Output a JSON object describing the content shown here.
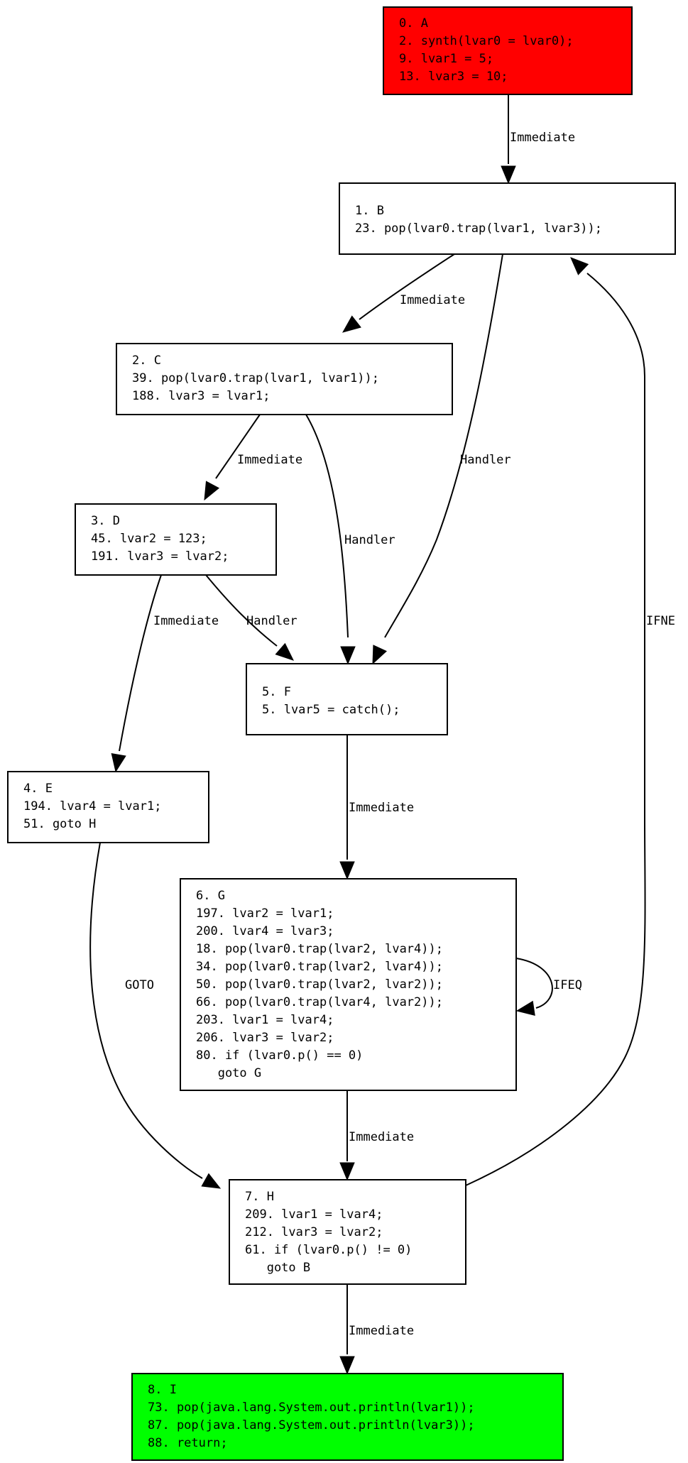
{
  "colors": {
    "entry_fill": "#ff0000",
    "exit_fill": "#00ff00",
    "default_fill": "#ffffff",
    "stroke": "#000000"
  },
  "nodes": [
    {
      "id": "A",
      "fill": "entry",
      "lines": [
        "0. A",
        "2. synth(lvar0 = lvar0);",
        "9. lvar1 = 5;",
        "13. lvar3 = 10;"
      ]
    },
    {
      "id": "B",
      "fill": "default",
      "lines": [
        "1. B",
        "23. pop(lvar0.trap(lvar1, lvar3));"
      ]
    },
    {
      "id": "C",
      "fill": "default",
      "lines": [
        "2. C",
        "39. pop(lvar0.trap(lvar1, lvar1));",
        "188. lvar3 = lvar1;"
      ]
    },
    {
      "id": "D",
      "fill": "default",
      "lines": [
        "3. D",
        "45. lvar2 = 123;",
        "191. lvar3 = lvar2;"
      ]
    },
    {
      "id": "F",
      "fill": "default",
      "lines": [
        "5. F",
        "5. lvar5 = catch();"
      ]
    },
    {
      "id": "E",
      "fill": "default",
      "lines": [
        "4. E",
        "194. lvar4 = lvar1;",
        "51. goto H"
      ]
    },
    {
      "id": "G",
      "fill": "default",
      "lines": [
        "6. G",
        "197. lvar2 = lvar1;",
        "200. lvar4 = lvar3;",
        "18. pop(lvar0.trap(lvar2, lvar4));",
        "34. pop(lvar0.trap(lvar2, lvar4));",
        "50. pop(lvar0.trap(lvar2, lvar2));",
        "66. pop(lvar0.trap(lvar4, lvar2));",
        "203. lvar1 = lvar4;",
        "206. lvar3 = lvar2;",
        "80. if (lvar0.p() == 0)",
        "   goto G"
      ]
    },
    {
      "id": "H",
      "fill": "default",
      "lines": [
        "7. H",
        "209. lvar1 = lvar4;",
        "212. lvar3 = lvar2;",
        "61. if (lvar0.p() != 0)",
        "   goto B"
      ]
    },
    {
      "id": "I",
      "fill": "exit",
      "lines": [
        "8. I",
        "73. pop(java.lang.System.out.println(lvar1));",
        "87. pop(java.lang.System.out.println(lvar3));",
        "88. return;"
      ]
    }
  ],
  "edges": [
    {
      "id": "A-B",
      "from": "A",
      "to": "B",
      "label": "Immediate"
    },
    {
      "id": "B-C",
      "from": "B",
      "to": "C",
      "label": "Immediate"
    },
    {
      "id": "B-F",
      "from": "B",
      "to": "F",
      "label": "Handler"
    },
    {
      "id": "C-D",
      "from": "C",
      "to": "D",
      "label": "Immediate"
    },
    {
      "id": "C-F",
      "from": "C",
      "to": "F",
      "label": "Handler"
    },
    {
      "id": "D-E",
      "from": "D",
      "to": "E",
      "label": "Immediate"
    },
    {
      "id": "D-F",
      "from": "D",
      "to": "F",
      "label": "Handler"
    },
    {
      "id": "F-G",
      "from": "F",
      "to": "G",
      "label": "Immediate"
    },
    {
      "id": "E-H",
      "from": "E",
      "to": "H",
      "label": "GOTO"
    },
    {
      "id": "G-G",
      "from": "G",
      "to": "G",
      "label": "IFEQ"
    },
    {
      "id": "G-H",
      "from": "G",
      "to": "H",
      "label": "Immediate"
    },
    {
      "id": "H-B",
      "from": "H",
      "to": "B",
      "label": "IFNE"
    },
    {
      "id": "H-I",
      "from": "H",
      "to": "I",
      "label": "Immediate"
    }
  ]
}
